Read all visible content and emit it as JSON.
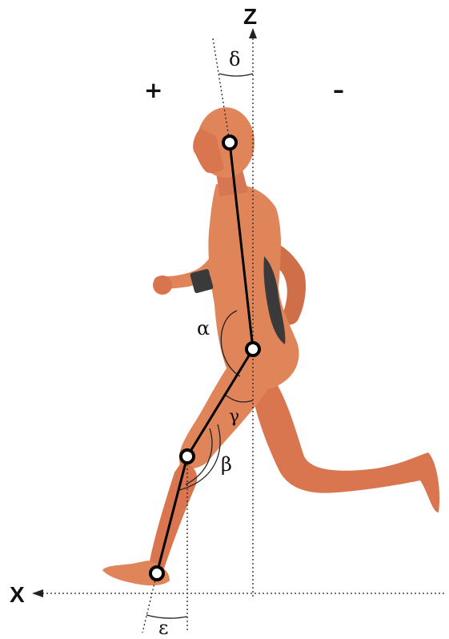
{
  "axes": {
    "z_label": "Z",
    "x_label": "X"
  },
  "signs": {
    "positive": "+",
    "negative": "–"
  },
  "angles": {
    "delta": "δ",
    "alpha": "α",
    "gamma": "γ",
    "beta": "β",
    "epsilon": "ε"
  },
  "colors": {
    "skin": "#e0845a",
    "skin_shadow": "#b8603c",
    "garment": "#3a3a3a",
    "segment": "#000000",
    "axis": "#222222"
  }
}
